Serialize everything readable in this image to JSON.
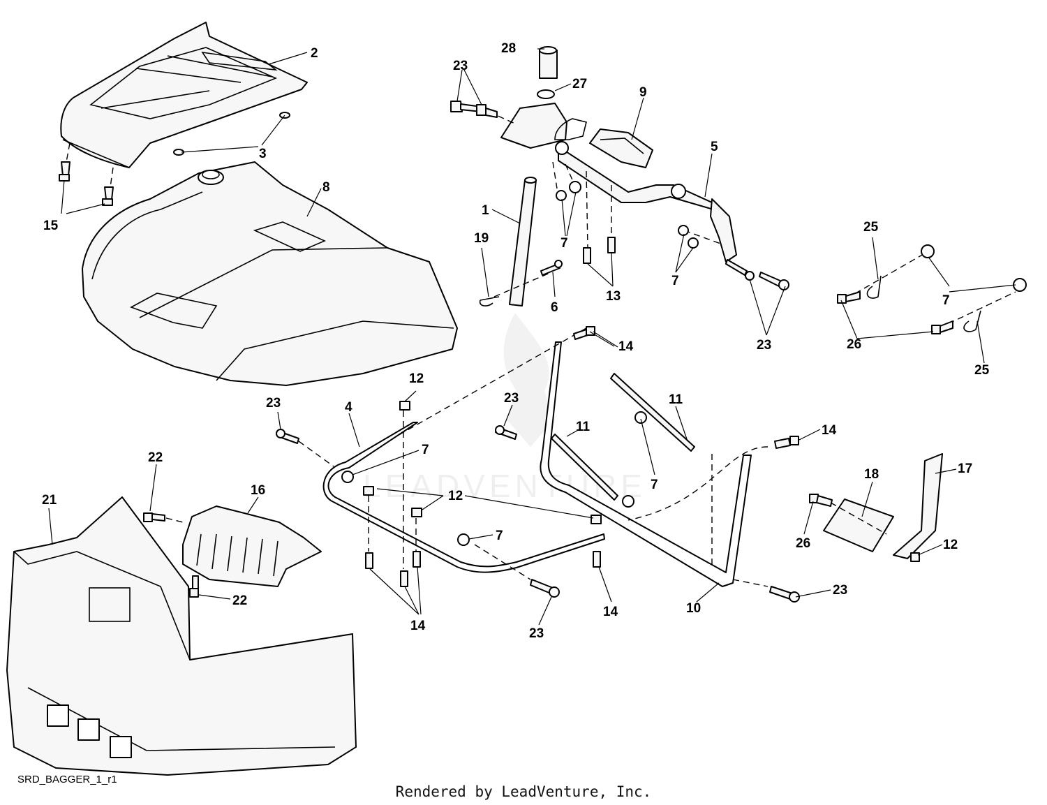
{
  "diagram": {
    "reference": "SRD_BAGGER_1_r1",
    "credit": "Rendered by LeadVenture, Inc.",
    "watermark": "LEADVENTURE",
    "callouts": {
      "c1": "1",
      "c2": "2",
      "c3": "3",
      "c4": "4",
      "c5": "5",
      "c6": "6",
      "c7a": "7",
      "c7b": "7",
      "c7c": "7",
      "c7d": "7",
      "c7e": "7",
      "c7f": "7",
      "c8": "8",
      "c9": "9",
      "c10": "10",
      "c11a": "11",
      "c11b": "11",
      "c12a": "12",
      "c12b": "12",
      "c12c": "12",
      "c13": "13",
      "c14a": "14",
      "c14b": "14",
      "c14c": "14",
      "c14d": "14",
      "c15": "15",
      "c16": "16",
      "c17": "17",
      "c18": "18",
      "c19": "19",
      "c21": "21",
      "c22a": "22",
      "c22b": "22",
      "c23a": "23",
      "c23b": "23",
      "c23c": "23",
      "c23d": "23",
      "c23e": "23",
      "c23f": "23",
      "c25a": "25",
      "c25b": "25",
      "c26a": "26",
      "c26b": "26",
      "c27": "27",
      "c28": "28"
    }
  }
}
